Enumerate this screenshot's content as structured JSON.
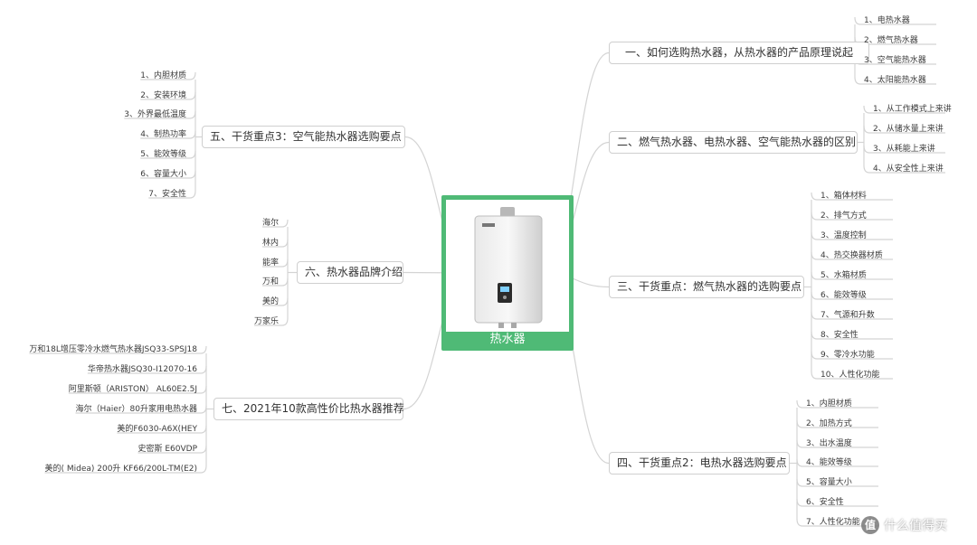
{
  "central": {
    "label": "热水器",
    "image": "gas-water-heater-product-photo",
    "border_color": "#4fba76"
  },
  "connector_color": "#d4d4d4",
  "branches": [
    {
      "label": "一、如何选购热水器，从热水器的产品原理说起",
      "side": "right",
      "children": [
        "1、电热水器",
        "2、燃气热水器",
        "3、空气能热水器",
        "4、太阳能热水器"
      ]
    },
    {
      "label": "二、燃气热水器、电热水器、空气能热水器的区别",
      "side": "right",
      "children": [
        "1、从工作模式上来讲",
        "2、从储水量上来讲",
        "3、从耗能上来讲",
        "4、从安全性上来讲"
      ]
    },
    {
      "label": "三、干货重点：燃气热水器的选购要点",
      "side": "right",
      "children": [
        "1、箱体材料",
        "2、排气方式",
        "3、温度控制",
        "4、热交换器材质",
        "5、水箱材质",
        "6、能效等级",
        "7、气源和升数",
        "8、安全性",
        "9、零冷水功能",
        "10、人性化功能"
      ]
    },
    {
      "label": "四、干货重点2：电热水器选购要点",
      "side": "right",
      "children": [
        "1、内胆材质",
        "2、加热方式",
        "3、出水温度",
        "4、能效等级",
        "5、容量大小",
        "6、安全性",
        "7、人性化功能"
      ]
    },
    {
      "label": "五、干货重点3：空气能热水器选购要点",
      "side": "left",
      "children": [
        "1、内胆材质",
        "2、安装环境",
        "3、外界最低温度",
        "4、制热功率",
        "5、能效等级",
        "6、容量大小",
        "7、安全性"
      ]
    },
    {
      "label": "六、热水器品牌介绍",
      "side": "left",
      "children": [
        "海尔",
        "林内",
        "能率",
        "万和",
        "美的",
        "万家乐"
      ]
    },
    {
      "label": "七、2021年10款高性价比热水器推荐",
      "side": "left",
      "children": [
        "万和18L增压零冷水燃气热水器JSQ33-SPSJ18",
        "华帝热水器JSQ30-I12070-16",
        "阿里斯顿（ARISTON） AL60E2.5J",
        "海尔（Haier）80升家用电热水器",
        "美的F6030-A6X(HEY",
        "史密斯 E60VDP",
        "美的( Midea) 200升 KF66/200L-TM(E2)"
      ]
    }
  ],
  "watermark": {
    "badge": "值",
    "text": "什么值得买"
  }
}
